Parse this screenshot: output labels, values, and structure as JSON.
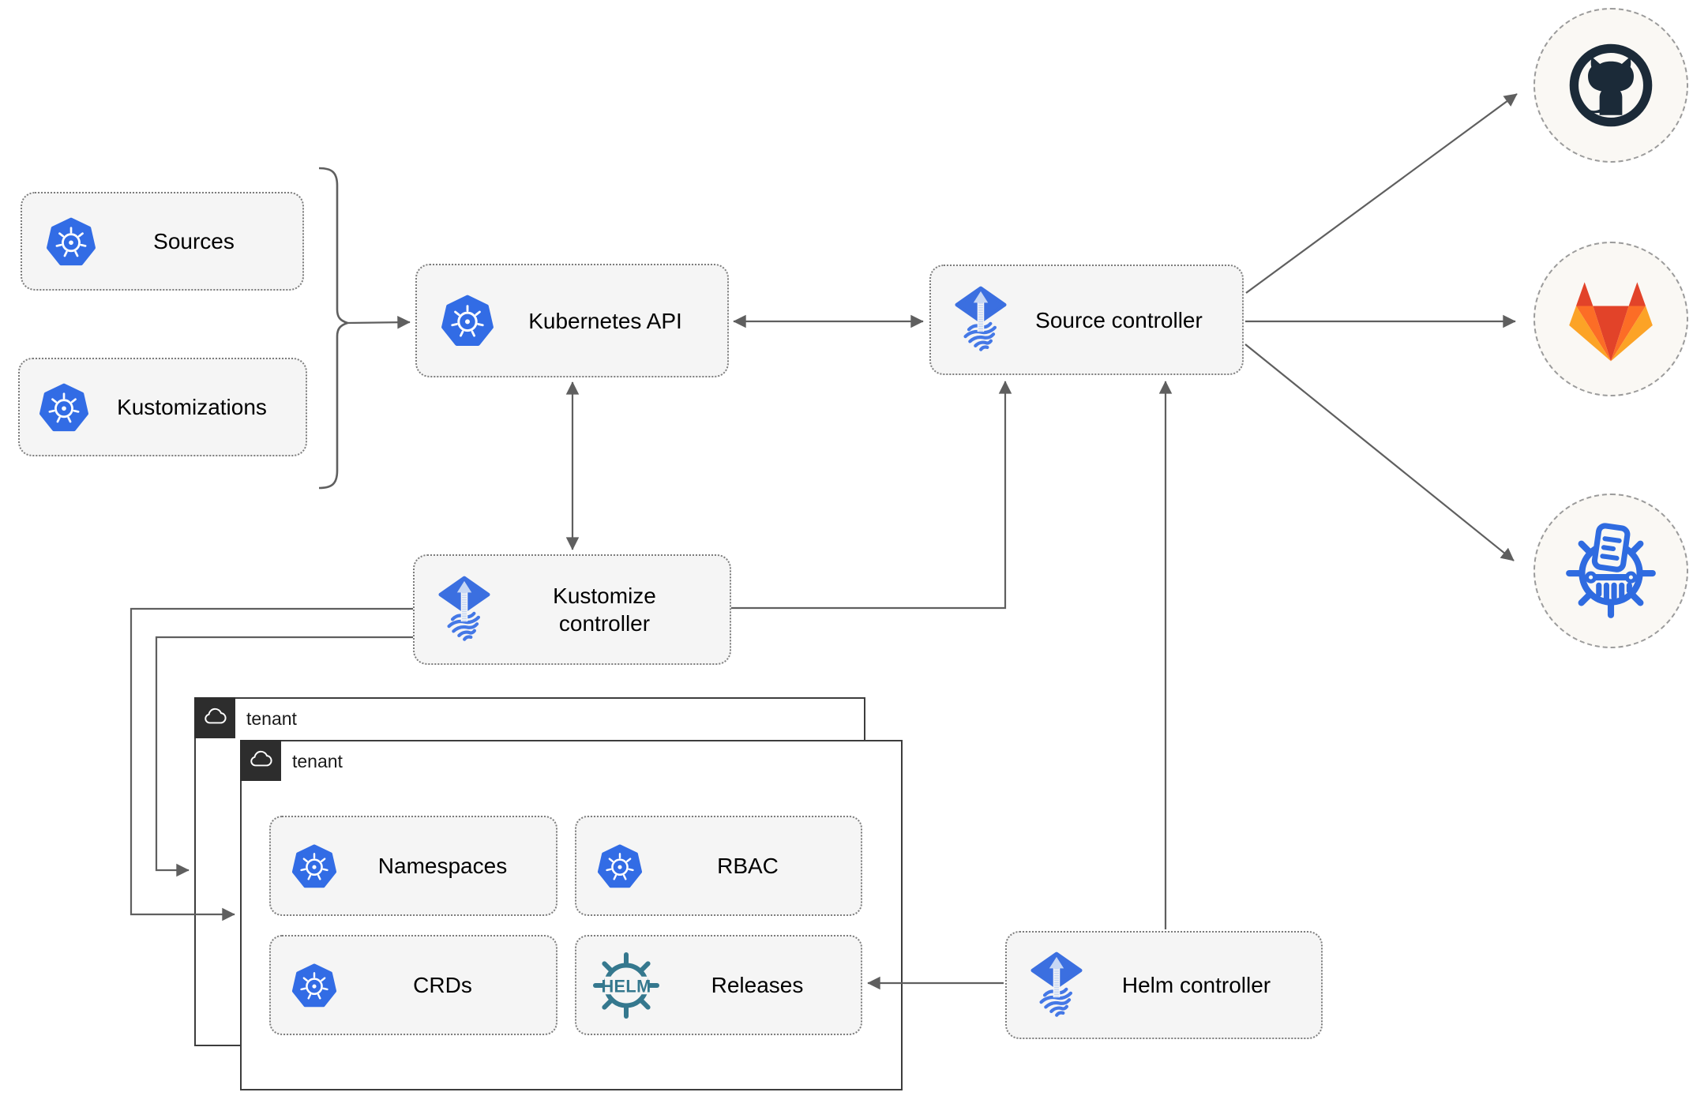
{
  "nodes": {
    "sources": {
      "label": "Sources",
      "icon": "kubernetes-icon"
    },
    "kustomizations": {
      "label": "Kustomizations",
      "icon": "kubernetes-icon"
    },
    "kubernetes_api": {
      "label": "Kubernetes API",
      "icon": "kubernetes-icon"
    },
    "source_controller": {
      "label": "Source controller",
      "icon": "flux-icon"
    },
    "kustomize_controller": {
      "label": "Kustomize controller",
      "icon": "flux-icon"
    },
    "helm_controller": {
      "label": "Helm controller",
      "icon": "flux-icon"
    },
    "namespaces": {
      "label": "Namespaces",
      "icon": "kubernetes-icon"
    },
    "rbac": {
      "label": "RBAC",
      "icon": "kubernetes-icon"
    },
    "crds": {
      "label": "CRDs",
      "icon": "kubernetes-icon"
    },
    "releases": {
      "label": "Releases",
      "icon": "helm-icon"
    }
  },
  "tenants": {
    "back": {
      "label": "tenant",
      "icon": "cloud-icon"
    },
    "front": {
      "label": "tenant",
      "icon": "cloud-icon"
    }
  },
  "external_targets": [
    {
      "name": "github",
      "icon": "github-icon"
    },
    {
      "name": "gitlab",
      "icon": "gitlab-icon"
    },
    {
      "name": "kustomize",
      "icon": "kustomize-icon"
    }
  ],
  "logos": {
    "helm_text": "HELM"
  },
  "edges": [
    {
      "from": "sources-kustomizations-bracket",
      "to": "kubernetes_api"
    },
    {
      "from": "kubernetes_api",
      "to": "source_controller",
      "bidirectional": true
    },
    {
      "from": "kubernetes_api",
      "to": "kustomize_controller",
      "bidirectional": true
    },
    {
      "from": "kustomize_controller",
      "to": "source_controller"
    },
    {
      "from": "helm_controller",
      "to": "source_controller"
    },
    {
      "from": "helm_controller",
      "to": "releases"
    },
    {
      "from": "kustomize_controller",
      "to": "tenant-front"
    },
    {
      "from": "kustomize_controller",
      "to": "tenant-back"
    },
    {
      "from": "source_controller",
      "to": "github"
    },
    {
      "from": "source_controller",
      "to": "gitlab"
    },
    {
      "from": "source_controller",
      "to": "kustomize"
    }
  ],
  "colors": {
    "kubernetes_blue": "#326CE5",
    "flux_blue": "#3B6FE0",
    "flux_arrow_light": "#C7D7F4",
    "helm_teal": "#35788E",
    "github_dark": "#1B2A38",
    "gitlab_red_orange": "#E24329",
    "gitlab_orange": "#FC6D26",
    "gitlab_light_orange": "#FCA326",
    "line_gray": "#5F5F5F",
    "node_fill": "#F5F5F5",
    "tenant_badge": "#2D2D2D"
  }
}
